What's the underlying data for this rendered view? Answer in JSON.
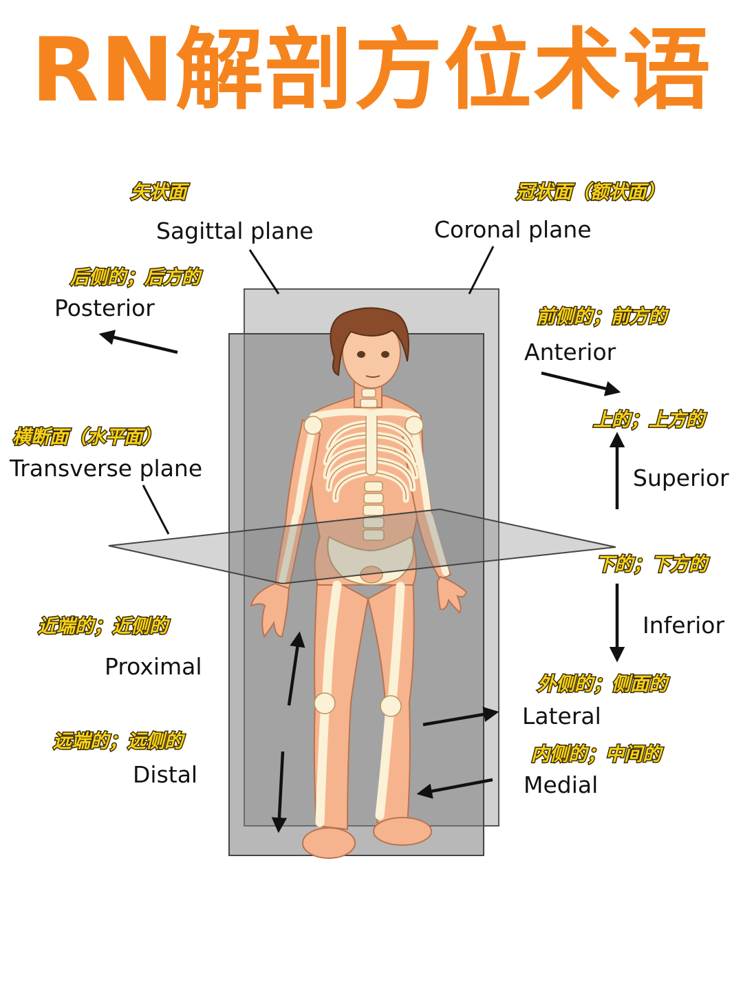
{
  "title": "RN解剖方位术语",
  "labels": {
    "sagittal": {
      "en": "Sagittal plane",
      "cn": "矢状面"
    },
    "coronal": {
      "en": "Coronal plane",
      "cn": "冠状面（额状面）"
    },
    "posterior": {
      "en": "Posterior",
      "cn": "后侧的；后方的"
    },
    "anterior": {
      "en": "Anterior",
      "cn": "前侧的；前方的"
    },
    "transverse": {
      "en": "Transverse plane",
      "cn": "横断面（水平面）"
    },
    "superior": {
      "en": "Superior",
      "cn": "上的；上方的"
    },
    "inferior": {
      "en": "Inferior",
      "cn": "下的；下方的"
    },
    "proximal": {
      "en": "Proximal",
      "cn": "近端的；近侧的"
    },
    "distal": {
      "en": "Distal",
      "cn": "远端的；远侧的"
    },
    "lateral": {
      "en": "Lateral",
      "cn": "外侧的；侧面的"
    },
    "medial": {
      "en": "Medial",
      "cn": "内侧的；中间的"
    }
  },
  "colors": {
    "title": "#f5841f",
    "cn_label": "#f7d21b",
    "skin": "#f6b48e",
    "bone": "#fbf1d6",
    "hair": "#8a4b2a",
    "plane": "#8c8c8c"
  }
}
